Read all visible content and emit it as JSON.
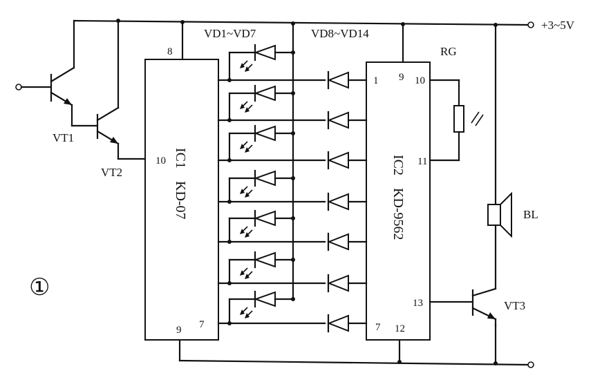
{
  "figure_number": "①",
  "supply_label": "+3~5V",
  "transistors": {
    "vt1": "VT1",
    "vt2": "VT2",
    "vt3": "VT3"
  },
  "led_group_label": "VD1~VD7",
  "diode_group_label": "VD8~VD14",
  "resistor_label": "RG",
  "speaker_label": "BL",
  "ic1": {
    "name": "IC1",
    "part": "KD-07",
    "pins": {
      "top": "8",
      "input": "10",
      "gnd": "9",
      "out": "7"
    }
  },
  "ic2": {
    "name": "IC2",
    "part": "KD-9562",
    "pins": {
      "in1": "1",
      "vdd": "9",
      "osc1": "10",
      "osc2": "11",
      "out": "13",
      "in7": "7",
      "gnd": "12"
    }
  }
}
